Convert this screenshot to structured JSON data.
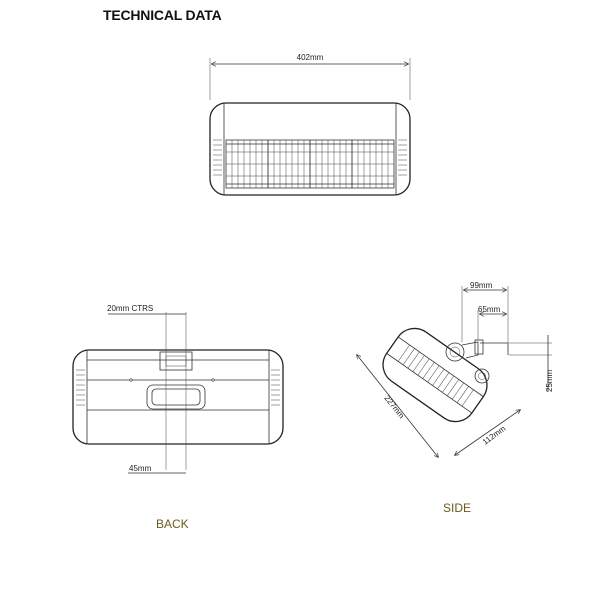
{
  "title": "TECHNICAL DATA",
  "dimensions": {
    "front_width": "402mm",
    "back_ctrs": "20mm CTRS",
    "back_bottom": "45mm",
    "side_top": "99mm",
    "side_mid": "65mm",
    "side_height": "25mm",
    "side_length": "227mm",
    "side_depth": "112mm"
  },
  "captions": {
    "back": "BACK",
    "side": "SIDE"
  }
}
